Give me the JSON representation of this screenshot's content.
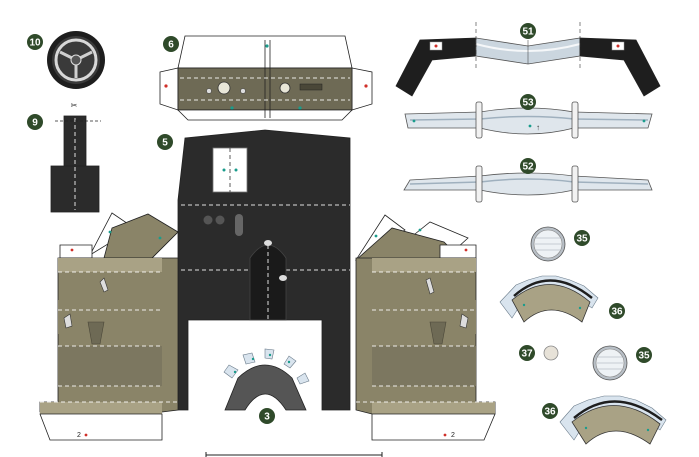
{
  "colors": {
    "badge": "#2f4a2a",
    "olive_dark": "#6e6a55",
    "olive": "#8a8468",
    "olive_light": "#a9a285",
    "black_panel": "#2b2b2b",
    "chrome": "#c9d3dc",
    "marker_red": "#d0302a",
    "marker_teal": "#1a9c8c"
  },
  "parts": [
    {
      "id": "part-10",
      "number": "10",
      "label": "steering wheel"
    },
    {
      "id": "part-9",
      "number": "9",
      "label": "steering column"
    },
    {
      "id": "part-6",
      "number": "6",
      "label": "dashboard"
    },
    {
      "id": "part-5",
      "number": "5",
      "label": "floor panel"
    },
    {
      "id": "part-51",
      "number": "51",
      "label": "rear bumper"
    },
    {
      "id": "part-53",
      "number": "53",
      "label": "bumper bar"
    },
    {
      "id": "part-52",
      "number": "52",
      "label": "front bumper"
    },
    {
      "id": "part-35a",
      "number": "35",
      "label": "headlight"
    },
    {
      "id": "part-36a",
      "number": "36",
      "label": "headlight ring"
    },
    {
      "id": "part-37",
      "number": "37",
      "label": "small lamp"
    },
    {
      "id": "part-35b",
      "number": "35",
      "label": "headlight"
    },
    {
      "id": "part-36b",
      "number": "36",
      "label": "headlight ring"
    },
    {
      "id": "part-3",
      "number": "3",
      "label": "tunnel piece"
    }
  ],
  "door_codes": {
    "left": "2",
    "right": "2"
  }
}
